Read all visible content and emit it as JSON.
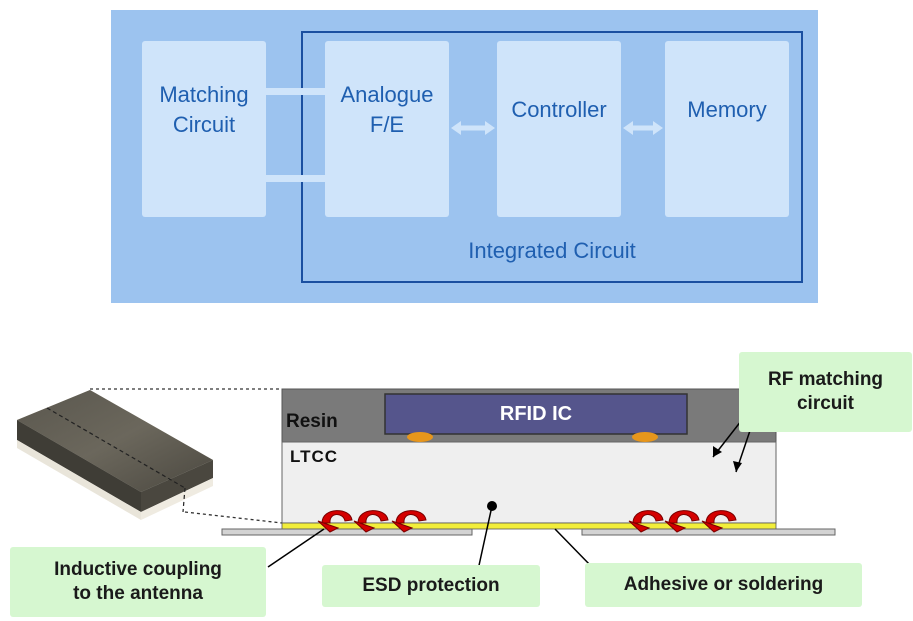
{
  "block_diagram": {
    "matching_circuit": [
      "Matching",
      "Circuit"
    ],
    "analogue_fe": [
      "Analogue",
      "F/E"
    ],
    "controller": "Controller",
    "memory": "Memory",
    "integrated_circuit": "Integrated Circuit",
    "colors": {
      "panel": "#9cc3ef",
      "block": "#cfe4fa",
      "text": "#1f5fb0",
      "frame": "#1a4fa0"
    }
  },
  "package_section": {
    "resin": "Resin",
    "ltcc": "LTCC",
    "rfid_ic": "RFID IC",
    "colors": {
      "resin": "#7a7a7a",
      "ltcc": "#efefef",
      "chip": "#55558c",
      "callout": "#d6f7d0",
      "coil": "#d40000"
    }
  },
  "callouts": {
    "rf_matching": [
      "RF matching",
      "circuit"
    ],
    "inductive_coupling": [
      "Inductive coupling",
      "to the antenna"
    ],
    "esd_protection": "ESD protection",
    "adhesive": "Adhesive or soldering"
  }
}
